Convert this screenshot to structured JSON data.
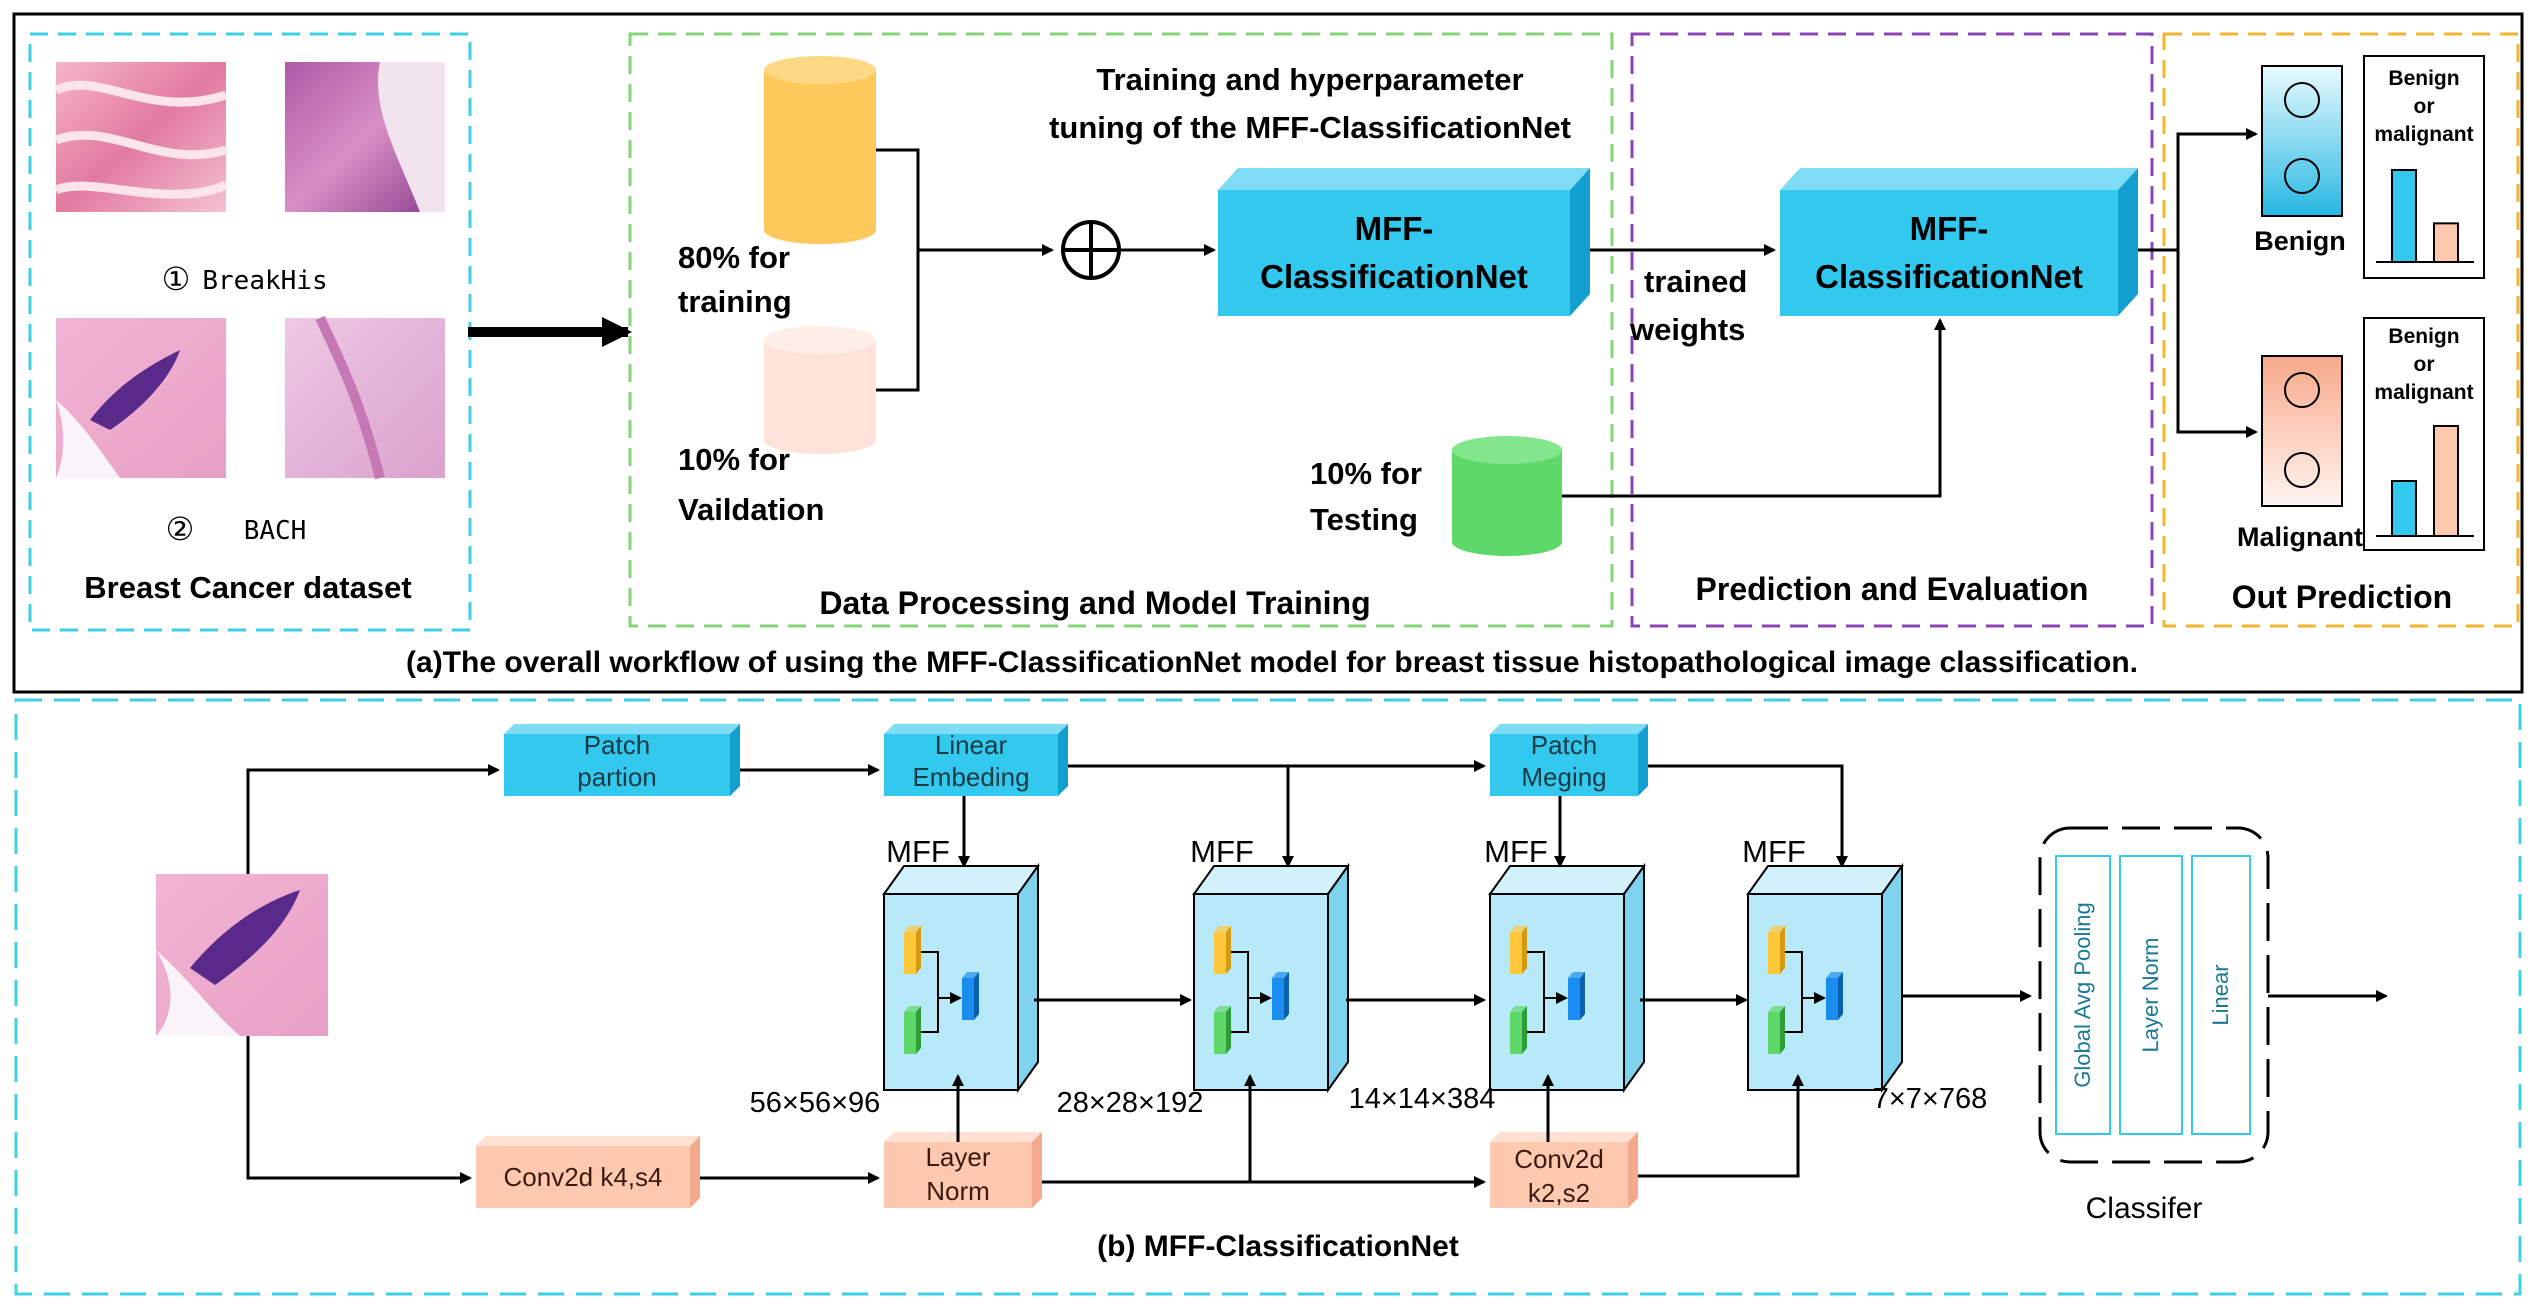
{
  "top": {
    "dataset_title": "Breast Cancer dataset",
    "breakhis_num": "①",
    "breakhis": "BreakHis",
    "bach_num": "②",
    "bach": "BACH",
    "train_80": "80% for",
    "train_80b": "training",
    "val_10": "10% for",
    "val_10b": "Vaildation",
    "test_10": "10% for",
    "test_10b": "Testing",
    "tuning_1": "Training and hyperparameter",
    "tuning_2": "tuning of the  MFF-ClassificationNet",
    "model_1": "MFF-",
    "model_2": "ClassificationNet",
    "trained_1": "trained",
    "trained_2": "weights",
    "section_training": "Data Processing and Model Training",
    "section_eval": "Prediction and Evaluation",
    "section_out": "Out Prediction",
    "benign": "Benign",
    "malignant": "Malignant",
    "bm_1": "Benign",
    "bm_2": "or",
    "bm_3": "malignant",
    "caption": "(a)The overall workflow of using the  MFF-ClassificationNet model for breast tissue histopathological image classification.",
    "bars_benign": [
      1,
      0.42
    ],
    "bars_malignant": [
      0.5,
      1
    ]
  },
  "bottom": {
    "patch_partion_1": "Patch",
    "patch_partion_2": "partion",
    "linear_emb_1": "Linear",
    "linear_emb_2": "Embeding",
    "patch_meging_1": "Patch",
    "patch_meging_2": "Meging",
    "mff": "MFF",
    "conv1": "Conv2d k4,s4",
    "layer_norm_1": "Layer",
    "layer_norm_2": "Norm",
    "conv2_1": "Conv2d",
    "conv2_2": "k2,s2",
    "dim1": "56×56×96",
    "dim2": "28×28×192",
    "dim3": "14×14×384",
    "dim4": "7×7×768",
    "cls_1": "Global  Avg  Pooling",
    "cls_2": "Layer Norm",
    "cls_3": "Linear",
    "classifier": "Classifer",
    "caption": "(b) MFF-ClassificationNet"
  },
  "colors": {
    "cyan_box": "#33c8ee",
    "peach_box": "#ffc9b0",
    "yellow_cyl": "#ffc85a",
    "pink_cyl": "#ffe3da",
    "green_cyl": "#5fd86a",
    "dash_cyan": "#3fd1e6",
    "dash_green": "#86d37a",
    "dash_purple": "#8a44b4",
    "dash_orange": "#f2b531"
  }
}
